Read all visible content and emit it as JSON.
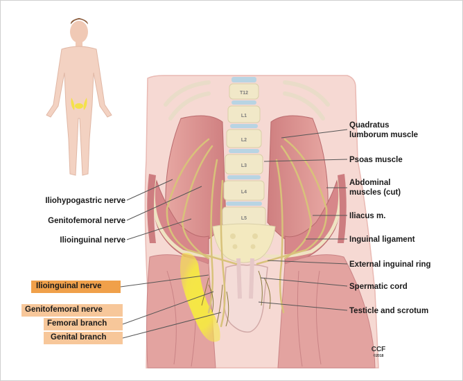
{
  "labels_right": {
    "quadratus": [
      "Quadratus",
      "lumborum muscle"
    ],
    "psoas": "Psoas muscle",
    "abdominal": [
      "Abdominal",
      "muscles (cut)"
    ],
    "iliacus": "Iliacus m.",
    "inguinal_ligament": "Inguinal ligament",
    "external_ring": "External inguinal ring",
    "spermatic_cord": "Spermatic cord",
    "testicle": "Testicle and scrotum"
  },
  "labels_left": {
    "iliohypogastric": "Iliohypogastric nerve",
    "genitofemoral": "Genitofemoral nerve",
    "ilioinguinal": "Ilioinguinal nerve"
  },
  "highlighted": {
    "ilioinguinal": "Ilioinguinal nerve",
    "genitofemoral": "Genitofemoral nerve",
    "femoral": "Femoral branch",
    "genital": "Genital branch"
  },
  "vertebrae": [
    "T12",
    "L1",
    "L2",
    "L3",
    "L4",
    "L5"
  ],
  "logo": {
    "main": "CCF",
    "sub": "©2018"
  },
  "colors": {
    "muscle": "#d98e8e",
    "skin": "#f4cfc8",
    "nerve": "#d8c27a",
    "highlight": "#f3e14a",
    "bone": "#f1e8c8",
    "disc": "#b8d4e3"
  }
}
